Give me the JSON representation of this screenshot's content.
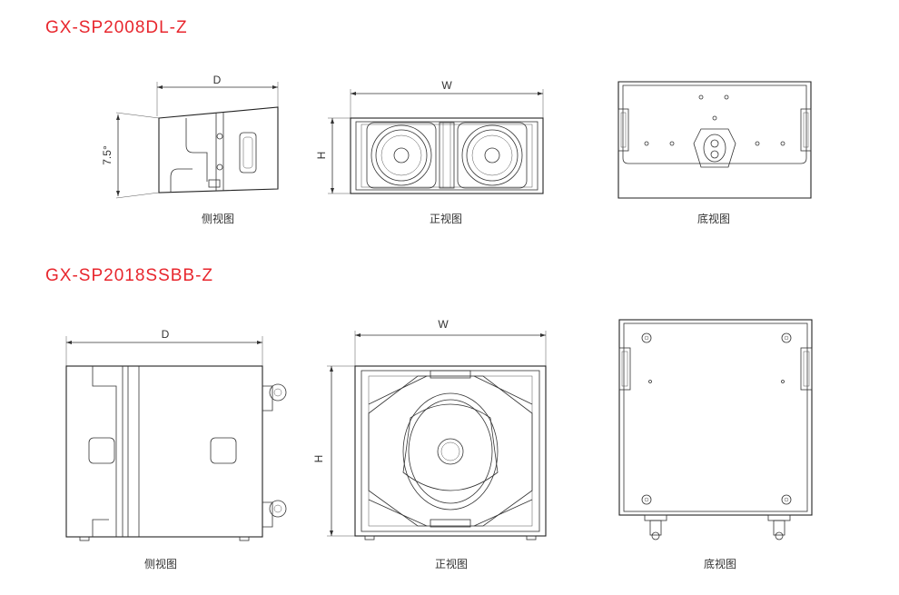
{
  "sections": [
    {
      "model": "GX-SP2008DL-Z",
      "side": {
        "caption": "侧视图",
        "dim_depth": "D",
        "angle": "7.5°"
      },
      "front": {
        "caption": "正视图",
        "dim_width": "W",
        "dim_height": "H"
      },
      "bottom": {
        "caption": "底视图"
      }
    },
    {
      "model": "GX-SP2018SSBB-Z",
      "side": {
        "caption": "侧视图",
        "dim_depth": "D"
      },
      "front": {
        "caption": "正视图",
        "dim_width": "W",
        "dim_height": "H"
      },
      "bottom": {
        "caption": "底视图"
      }
    }
  ],
  "colors": {
    "title": "#e8262d",
    "line": "#333333",
    "background": "#ffffff"
  }
}
